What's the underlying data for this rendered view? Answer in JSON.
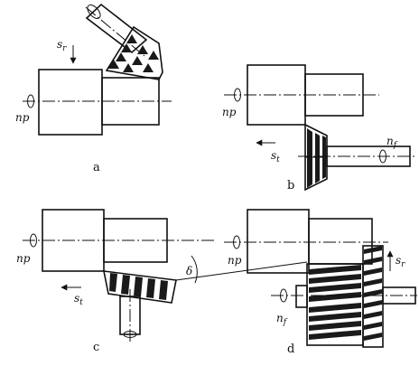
{
  "figure": {
    "panels": [
      {
        "id": "a",
        "letter": "a",
        "labels": {
          "feed": "s",
          "feed_sub": "r",
          "spindle": "n",
          "spindle_sub": "p"
        }
      },
      {
        "id": "b",
        "letter": "b",
        "labels": {
          "feed": "s",
          "feed_sub": "t",
          "spindle": "n",
          "spindle_sub": "p",
          "gear_speed": "n",
          "gear_speed_sub": "f"
        }
      },
      {
        "id": "c",
        "letter": "c",
        "labels": {
          "feed": "s",
          "feed_sub": "t",
          "spindle": "n",
          "spindle_sub": "p",
          "angle": "δ"
        }
      },
      {
        "id": "d",
        "letter": "d",
        "labels": {
          "feed": "s",
          "feed_sub": "r",
          "spindle": "n",
          "spindle_sub": "p",
          "gear_speed": "n",
          "gear_speed_sub": "f"
        }
      }
    ]
  }
}
